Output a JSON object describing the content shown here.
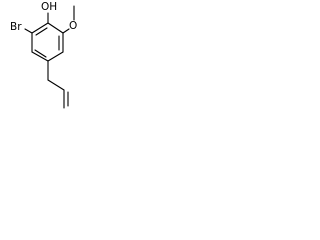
{
  "molecule": {
    "labels": {
      "hydroxyl": "OH",
      "bromine": "Br",
      "methoxy_oxygen": "O"
    },
    "colors": {
      "ink": "#000000",
      "background": "#ffffff"
    }
  }
}
